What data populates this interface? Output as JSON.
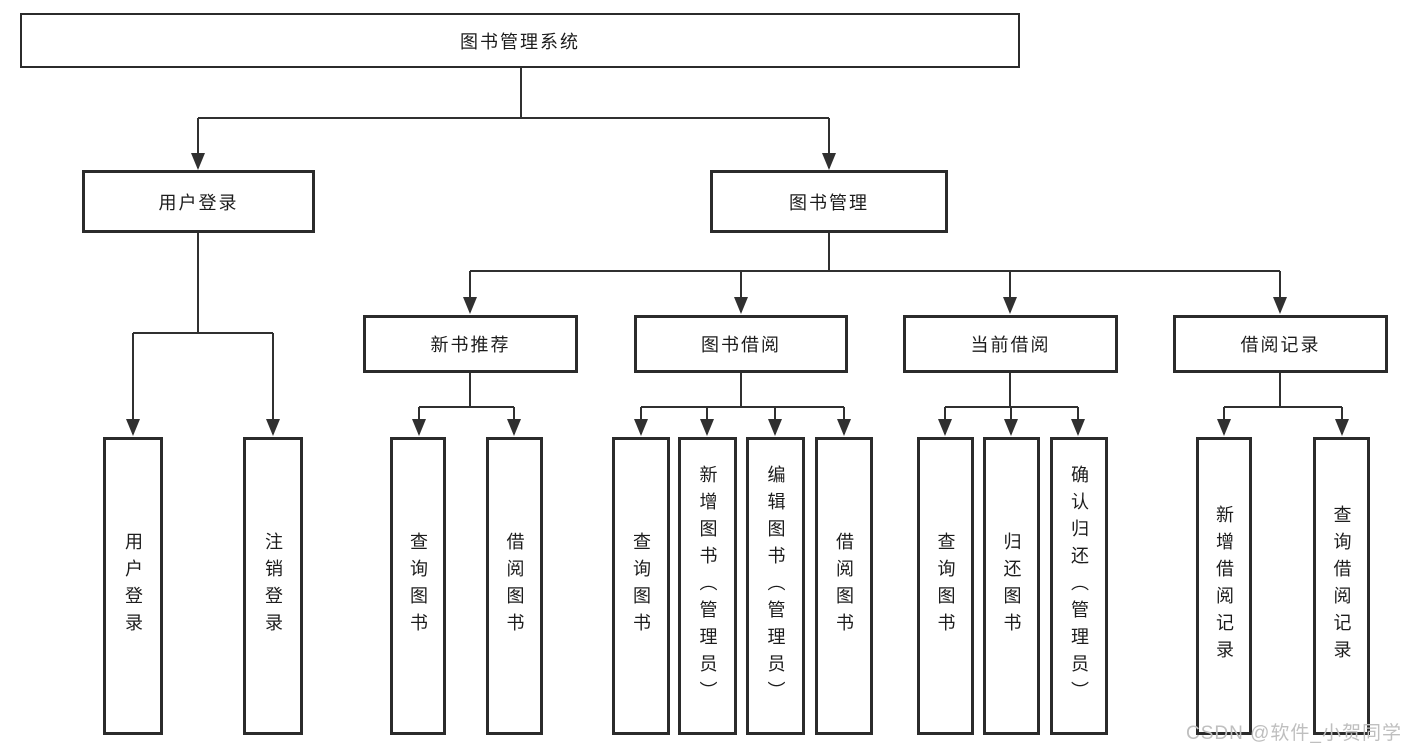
{
  "colors": {
    "line": "#303030",
    "border": "#2b2b2b",
    "watermark": "#bfbfbf"
  },
  "watermark": {
    "text": "CSDN @软件_小贺同学"
  },
  "tree": {
    "label": "图书管理系统",
    "children": [
      {
        "label": "用户登录",
        "children": [
          {
            "label": "用户登录"
          },
          {
            "label": "注销登录"
          }
        ]
      },
      {
        "label": "图书管理",
        "children": [
          {
            "label": "新书推荐",
            "children": [
              {
                "label": "查询图书"
              },
              {
                "label": "借阅图书"
              }
            ]
          },
          {
            "label": "图书借阅",
            "children": [
              {
                "label": "查询图书"
              },
              {
                "label": "新增图书（管理员）"
              },
              {
                "label": "编辑图书（管理员）"
              },
              {
                "label": "借阅图书"
              }
            ]
          },
          {
            "label": "当前借阅",
            "children": [
              {
                "label": "查询图书"
              },
              {
                "label": "归还图书"
              },
              {
                "label": "确认归还（管理员）"
              }
            ]
          },
          {
            "label": "借阅记录",
            "children": [
              {
                "label": "新增借阅记录"
              },
              {
                "label": "查询借阅记录"
              }
            ]
          }
        ]
      }
    ]
  }
}
